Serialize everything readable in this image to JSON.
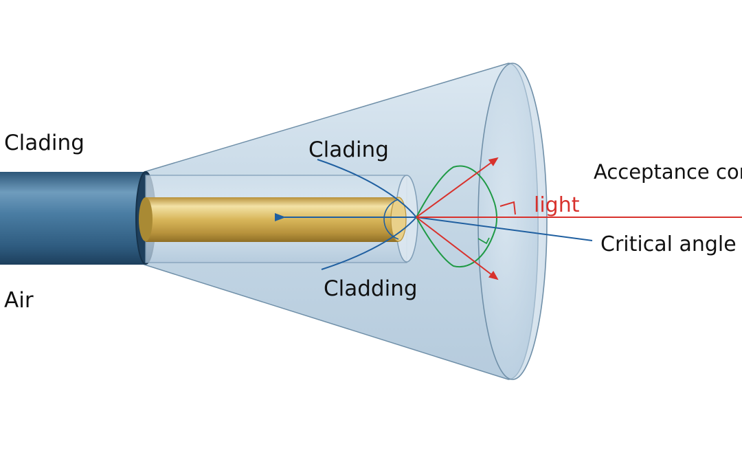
{
  "labels": {
    "cladding_left": "Clading",
    "air": "Air",
    "cladding_upper": "Clading",
    "cladding_lower": "Cladding",
    "acceptance_cone": "Acceptance cone",
    "light": "light",
    "critical_angle": "Critical angle"
  },
  "colors": {
    "light_ray": "#d8312c",
    "critical_line": "#1f5fa0",
    "cone_arc": "#1f9a45",
    "core": "#d9b654",
    "fiber_jacket": "#3d6f95",
    "cone_fill": "#c9dbe8"
  }
}
